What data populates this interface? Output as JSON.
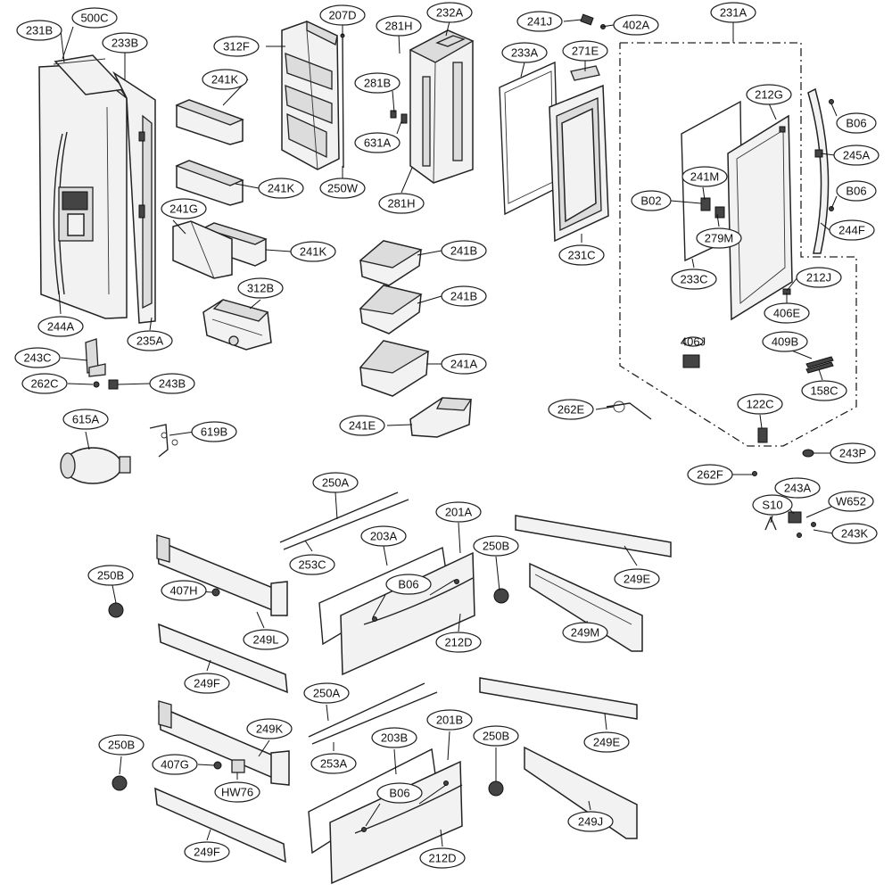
{
  "labels": {
    "l231B": "231B",
    "l500C": "500C",
    "l233B": "233B",
    "l312F": "312F",
    "l207D": "207D",
    "l281H_top": "281H",
    "l232A": "232A",
    "l241J": "241J",
    "l402A": "402A",
    "l231A": "231A",
    "l241K_1": "241K",
    "l281B": "281B",
    "l233A": "233A",
    "l271E": "271E",
    "l212G": "212G",
    "l631A": "631A",
    "l241K_2": "241K",
    "l250W": "250W",
    "l281H_bot": "281H",
    "l241M": "241M",
    "l245A": "245A",
    "l241G": "241G",
    "l241K_3": "241K",
    "l241B_1": "241B",
    "l231C": "231C",
    "l279M": "279M",
    "l244F": "244F",
    "l312B": "312B",
    "l241B_2": "241B",
    "l233C": "233C",
    "l212J": "212J",
    "l244A": "244A",
    "l235A": "235A",
    "l406E": "406E",
    "l409B": "409B",
    "l243C": "243C",
    "l241A": "241A",
    "l262C": "262C",
    "l243B": "243B",
    "l158C": "158C",
    "l615A": "615A",
    "l122C": "122C",
    "l262E": "262E",
    "l241E": "241E",
    "l619B": "619B",
    "l243P": "243P",
    "l262F": "262F",
    "l243A": "243A",
    "l250A_1": "250A",
    "lS10": "S10",
    "lW652": "W652",
    "l201A": "201A",
    "l243K": "243K",
    "l203A": "203A",
    "l250B_1": "250B",
    "l250B_2": "250B",
    "l253C": "253C",
    "l249E_1": "249E",
    "l407H": "407H",
    "l249L": "249L",
    "l212D_1": "212D",
    "l249M": "249M",
    "l249F_1": "249F",
    "l250A_2": "250A",
    "l249E_2": "249E",
    "l249K": "249K",
    "l201B": "201B",
    "l203B": "203B",
    "l250B_3": "250B",
    "l250B_4": "250B",
    "l253A": "253A",
    "l407G": "407G",
    "lHW76": "HW76",
    "l249J": "249J",
    "l249F_2": "249F",
    "l212D_2": "212D",
    "lB06_1": "B06",
    "lB06_2": "B06",
    "lB02": "B02",
    "lB06_3": "B06",
    "lB06_4": "B06"
  },
  "tiny_tag": "406J",
  "colors": {
    "line": "#222222",
    "panel": "#f2f2f2",
    "background": "#ffffff"
  }
}
